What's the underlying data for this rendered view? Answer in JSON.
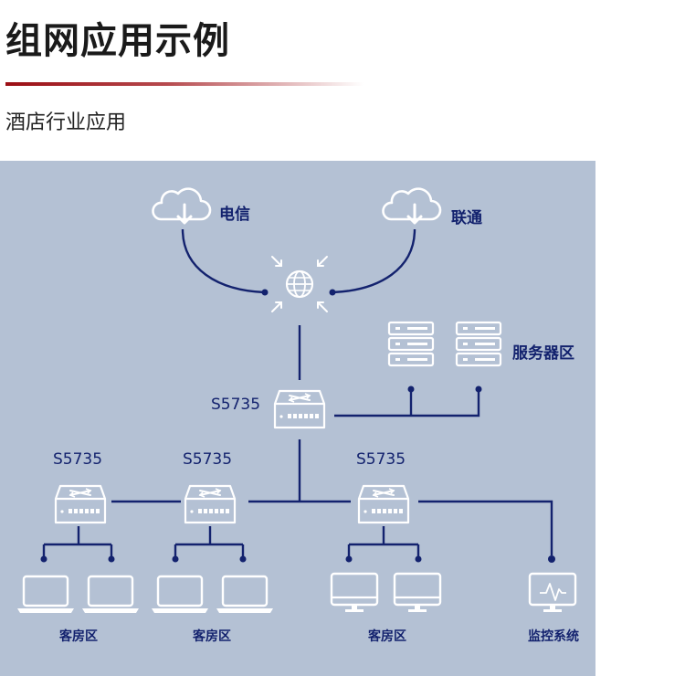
{
  "header": {
    "title": "组网应用示例",
    "subtitle": "酒店行业应用"
  },
  "diagram": {
    "isps": [
      "电信",
      "联通"
    ],
    "switch_model": "S5735",
    "server_zone": "服务器区",
    "zones": [
      "客房区",
      "客房区",
      "客房区",
      "监控系统"
    ]
  },
  "colors": {
    "background": "#b4c1d4",
    "line": "#13226e",
    "accent_rule": "#9b0e14",
    "icon_fill": "#ffffff"
  },
  "icons": [
    "cloud-download-icon",
    "globe-icon",
    "switch-icon",
    "server-icon",
    "laptop-icon",
    "monitor-icon",
    "camera-monitor-icon"
  ]
}
